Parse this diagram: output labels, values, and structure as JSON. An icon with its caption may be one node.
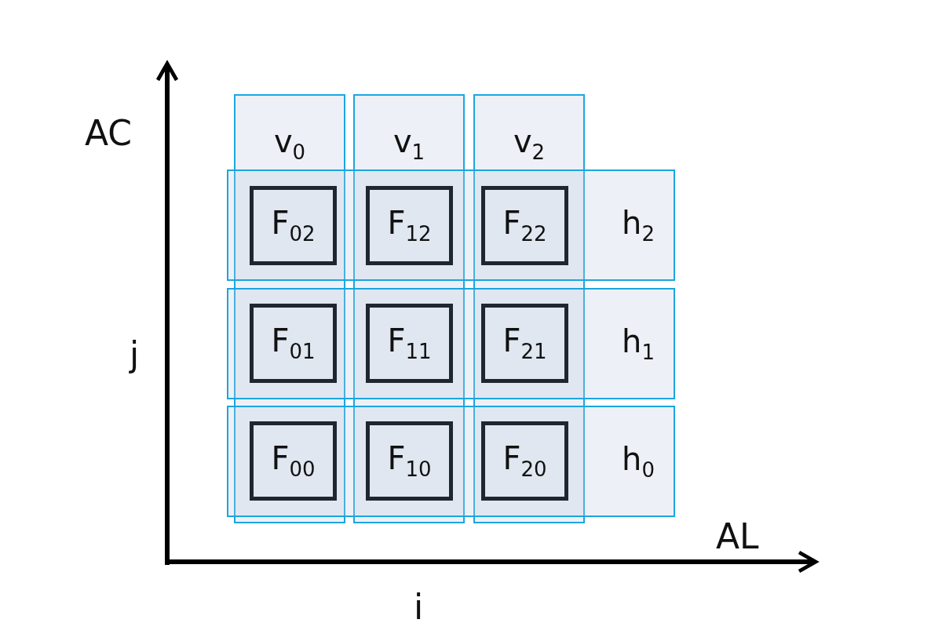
{
  "diagram": {
    "nodes": [
      {
        "text": [
          "v$_{0}$"
        ]
      },
      {
        "text": [
          "v$_{1}$"
        ]
      },
      {
        "text": [
          "v$_{2}$"
        ]
      },
      {
        "text": [
          "h$_{2}$"
        ]
      },
      {
        "text": [
          "h$_{1}$"
        ]
      },
      {
        "text": [
          "h$_{0}$"
        ]
      },
      {
        "text": [
          "F$_{02}$"
        ]
      },
      {
        "text": [
          "F$_{12}$"
        ]
      },
      {
        "text": [
          "F$_{22}$"
        ]
      },
      {
        "text": [
          "F$_{01}$"
        ]
      },
      {
        "text": [
          "F$_{11}$"
        ]
      },
      {
        "text": [
          "F$_{21}$"
        ]
      },
      {
        "text": [
          "F$_{00}$"
        ]
      },
      {
        "text": [
          "F$_{10}$"
        ]
      },
      {
        "text": [
          "F$_{20}$"
        ]
      }
    ],
    "edges": [],
    "labels": [
      "AC",
      "j",
      "AL",
      "i"
    ]
  }
}
